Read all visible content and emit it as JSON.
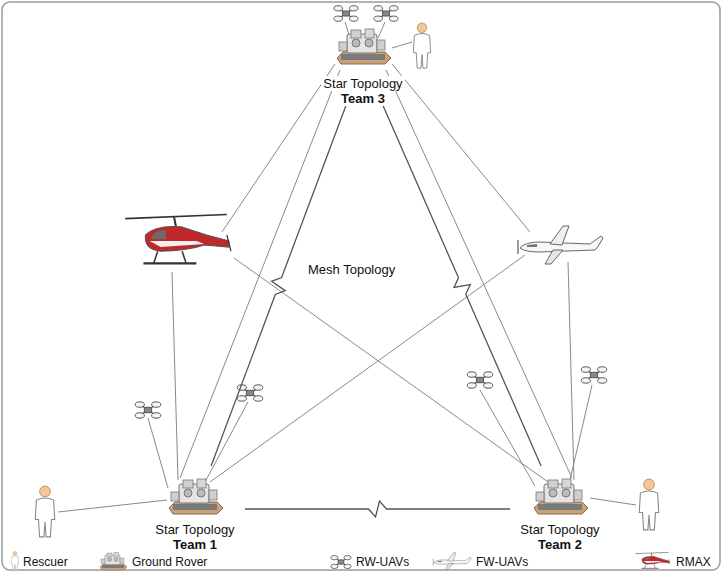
{
  "diagram": {
    "nodes": [
      {
        "text": [
          "Star Topology",
          "Team 3"
        ]
      },
      {
        "text": [
          "Star Topology",
          "Team 1"
        ]
      },
      {
        "text": [
          "Star Topology",
          "Team 2"
        ]
      }
    ],
    "edges": [
      {
        "from": 0,
        "to": 1,
        "arrow": "none"
      },
      {
        "from": 0,
        "to": 2,
        "arrow": "none"
      },
      {
        "from": 1,
        "to": 2,
        "arrow": "none"
      }
    ],
    "labels": [
      "Mesh Topology"
    ],
    "legend": [
      {
        "text": "Rescuer"
      },
      {
        "text": "Ground Rover"
      },
      {
        "text": "RW-UAVs"
      },
      {
        "text": "FW-UAVs"
      },
      {
        "text": "RMAX"
      }
    ]
  }
}
